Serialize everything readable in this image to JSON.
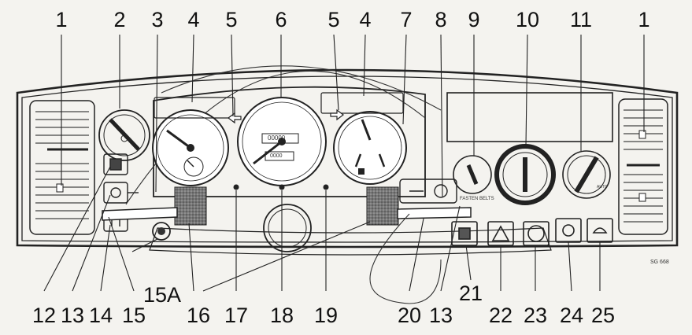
{
  "top_labels": [
    "1",
    "2",
    "3",
    "4",
    "5",
    "6",
    "5",
    "4",
    "7",
    "8",
    "9",
    "10",
    "11",
    "1"
  ],
  "bottom_labels": [
    "12",
    "13",
    "14",
    "15",
    "16",
    "17",
    "18",
    "19",
    "20",
    "13",
    "21",
    "22",
    "23",
    "24",
    "25"
  ],
  "mid_label": "15A",
  "figure_code": "SG 668",
  "dial_text": {
    "speedo_odometer": "00000",
    "speedo_trip": "0000",
    "seatbelt_sign": "FASTEN BELTS",
    "auto_label": "AUTO"
  }
}
